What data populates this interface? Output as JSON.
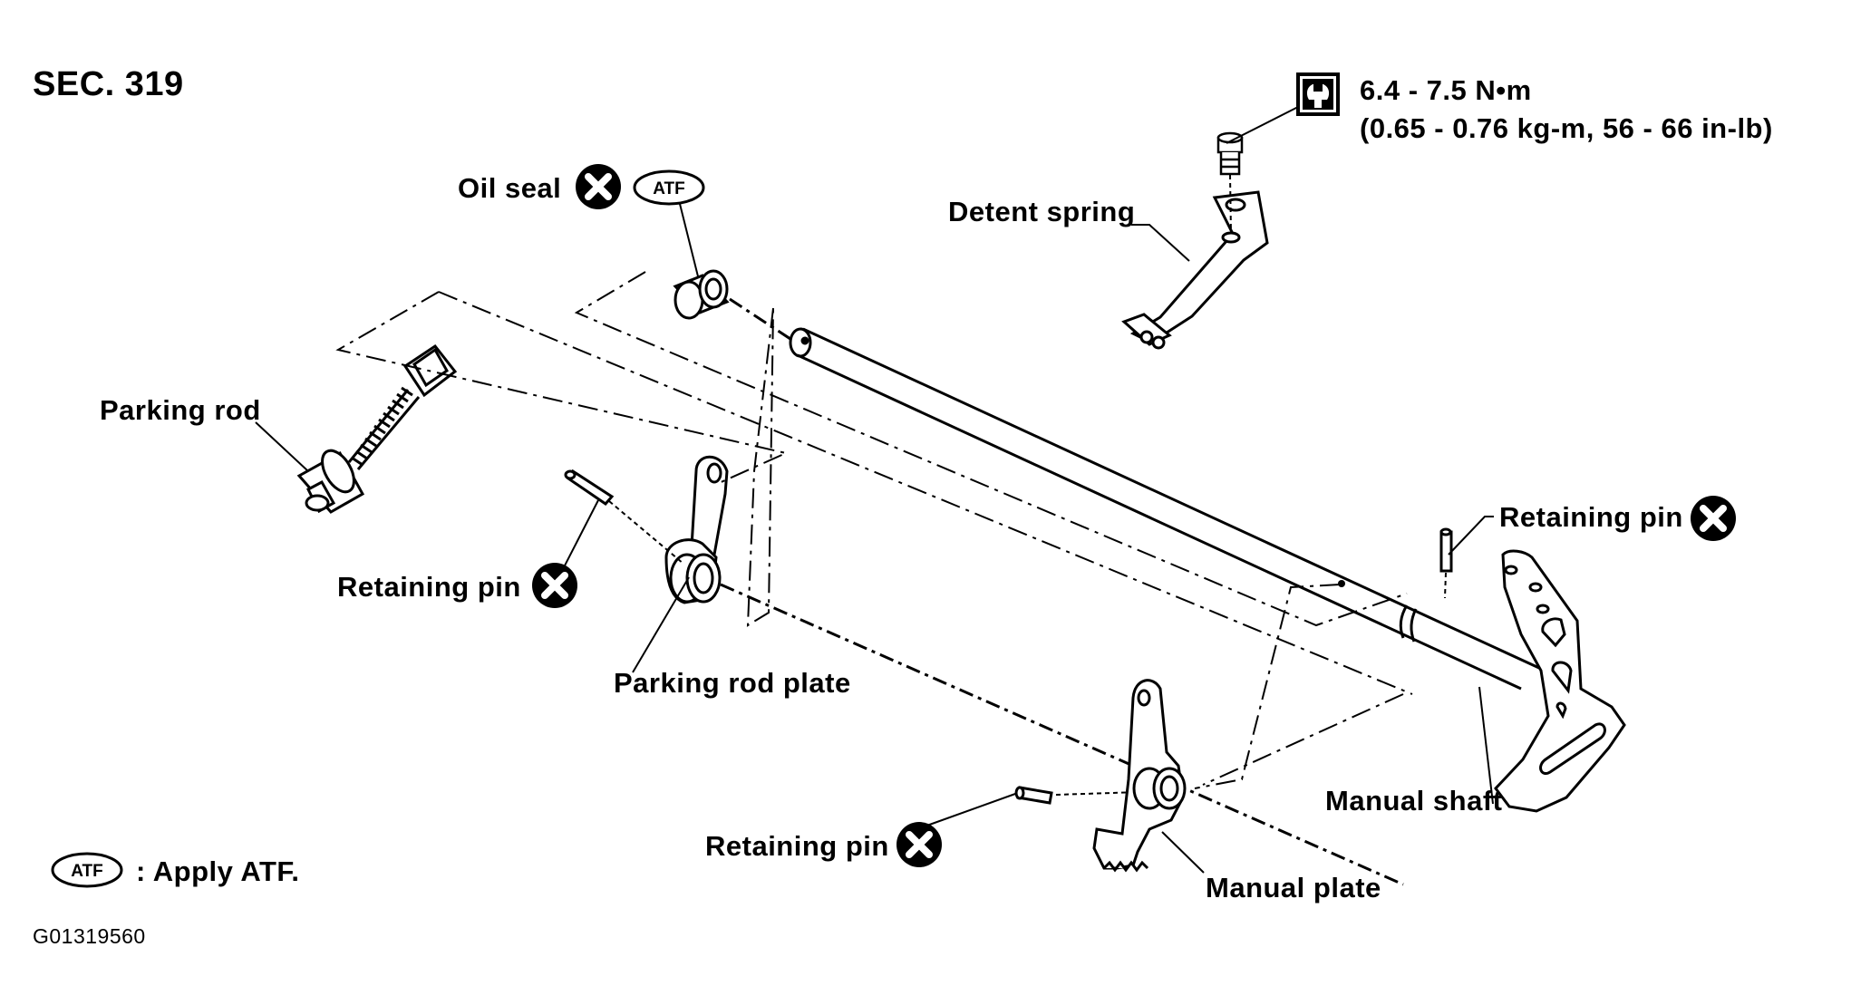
{
  "section": "SEC. 319",
  "figure_id": "G01319560",
  "torque": {
    "line1": "6.4 - 7.5 N•m",
    "line2": "(0.65 - 0.76 kg-m, 56 - 66 in-lb)"
  },
  "atf_symbol": "ATF",
  "legend": {
    "text": ": Apply ATF."
  },
  "labels": {
    "oil_seal": "Oil seal",
    "detent_spring": "Detent spring",
    "parking_rod": "Parking rod",
    "retaining_pin_left": "Retaining pin",
    "parking_rod_plate": "Parking rod plate",
    "retaining_pin_right": "Retaining pin",
    "retaining_pin_bottom": "Retaining pin",
    "manual_shaft": "Manual shaft",
    "manual_plate": "Manual plate"
  }
}
